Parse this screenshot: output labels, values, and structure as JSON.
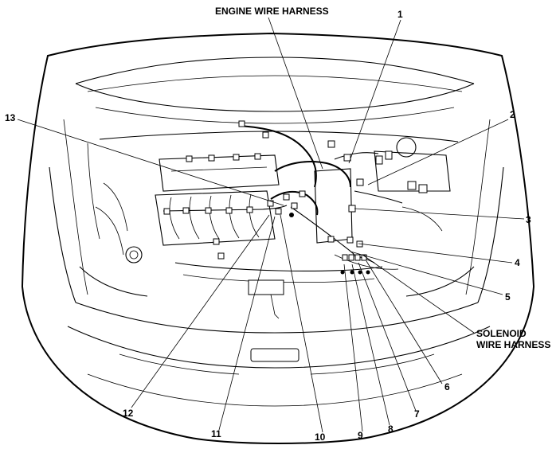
{
  "labels": {
    "engine_wire_harness": "ENGINE WIRE HARNESS",
    "solenoid_line1": "SOLENOID",
    "solenoid_line2": "WIRE HARNESS"
  },
  "callouts": [
    "1",
    "2",
    "3",
    "4",
    "5",
    "6",
    "7",
    "8",
    "9",
    "10",
    "11",
    "12",
    "13"
  ]
}
